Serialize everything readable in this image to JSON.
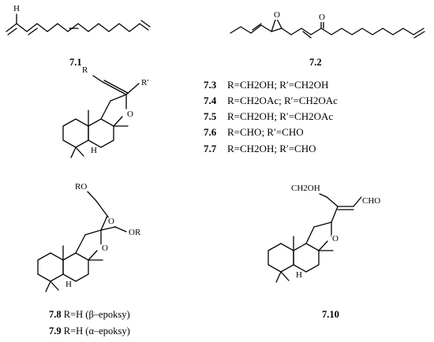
{
  "compounds": {
    "c71": {
      "label": "7.1"
    },
    "c72": {
      "label": "7.2"
    },
    "c78": {
      "label": "7.8",
      "text": "R=H (β–epoksy)"
    },
    "c79": {
      "label": "7.9",
      "text": "R=H (α–epoksy)"
    },
    "c710": {
      "label": "7.10"
    }
  },
  "r_table": [
    {
      "label": "7.3",
      "text": "R=CH2OH; R′=CH2OH"
    },
    {
      "label": "7.4",
      "text": "R=CH2OAc;      R′=CH2OAc"
    },
    {
      "label": "7.5",
      "text": "R=CH2OH; R′=CH2OAc"
    },
    {
      "label": "7.6",
      "text": "R=CHO;    R′=CHO"
    },
    {
      "label": "7.7",
      "text": "R=CH2OH; R′=CHO"
    }
  ],
  "atoms": {
    "h": "H",
    "o": "O",
    "r": "R",
    "r_prime": "R'",
    "ro": "RO",
    "or": "OR",
    "ch2oh": "CH2OH",
    "cho": "CHO"
  }
}
